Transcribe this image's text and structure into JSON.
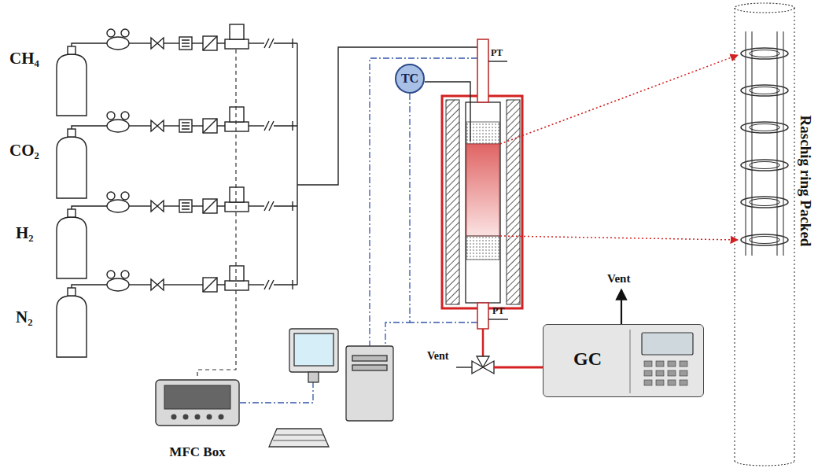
{
  "diagram": {
    "nodes": [
      {
        "text": [
          "TC"
        ]
      },
      {
        "text": [
          "GC"
        ]
      },
      {
        "text": [
          "MFC Box"
        ]
      }
    ],
    "labels": [
      "CH₄",
      "CO₂",
      "H₂",
      "N₂",
      "PT",
      "PT",
      "Vent",
      "Vent",
      "Raschig ring Packed"
    ]
  }
}
